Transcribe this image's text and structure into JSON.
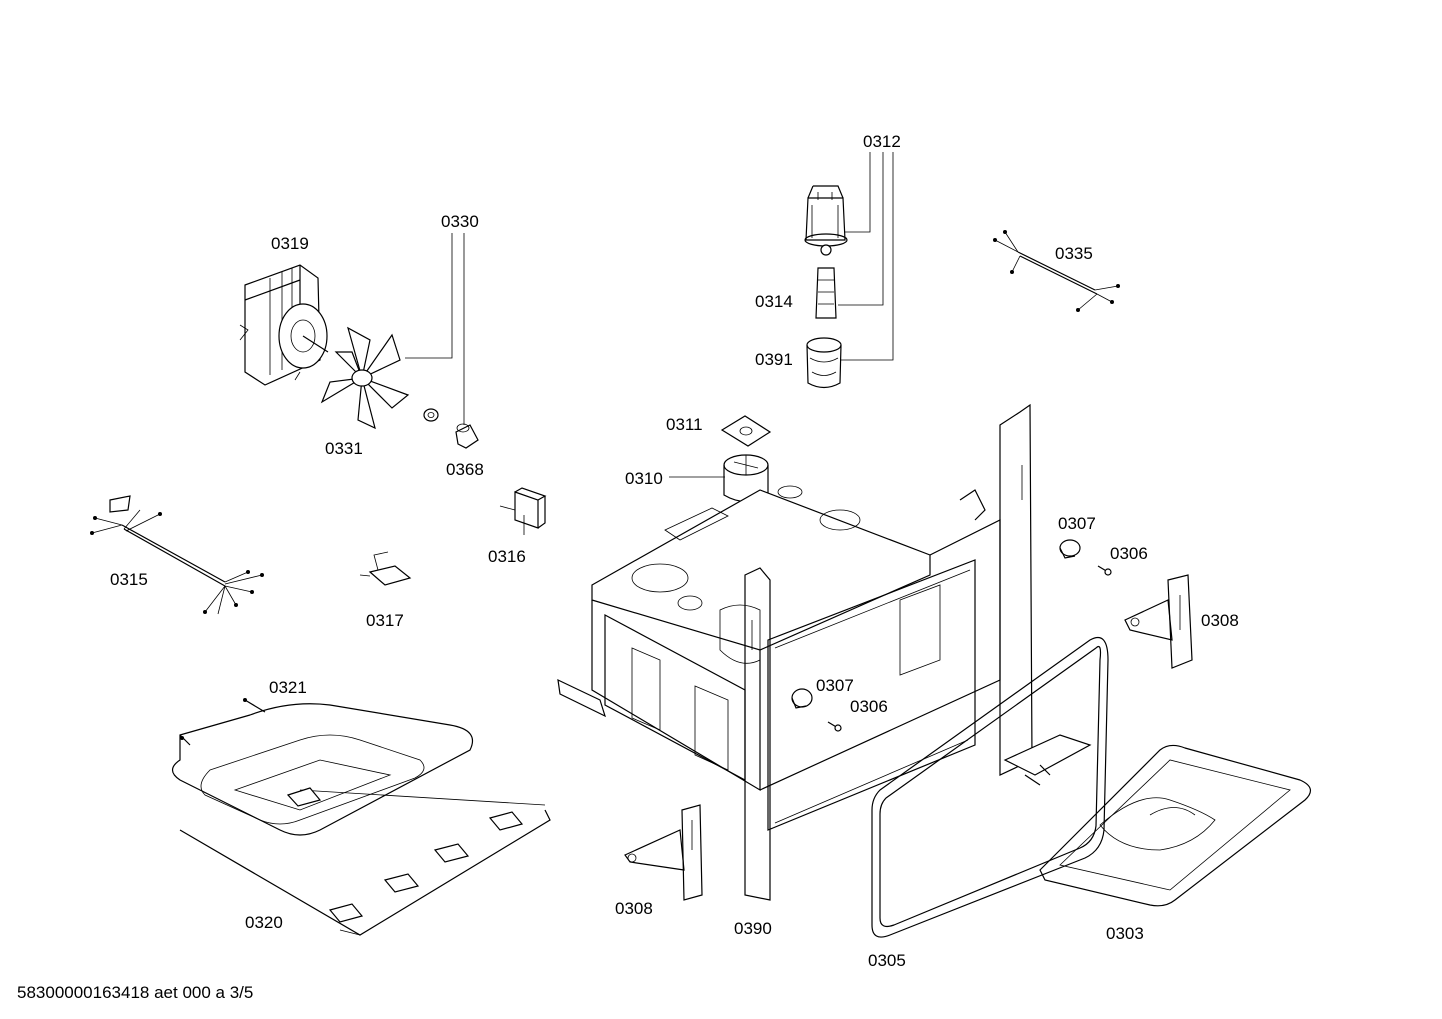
{
  "labels": {
    "p0312": "0312",
    "p0330": "0330",
    "p0319": "0319",
    "p0335": "0335",
    "p0314": "0314",
    "p0391": "0391",
    "p0331": "0331",
    "p0311": "0311",
    "p0368": "0368",
    "p0310": "0310",
    "p0307a": "0307",
    "p0316": "0316",
    "p0306a": "0306",
    "p0315": "0315",
    "p0308a": "0308",
    "p0317": "0317",
    "p0321": "0321",
    "p0307b": "0307",
    "p0306b": "0306",
    "p0320": "0320",
    "p0308b": "0308",
    "p0390": "0390",
    "p0303": "0303",
    "p0305": "0305"
  },
  "footer": "58300000163418 aet 000 a 3/5"
}
